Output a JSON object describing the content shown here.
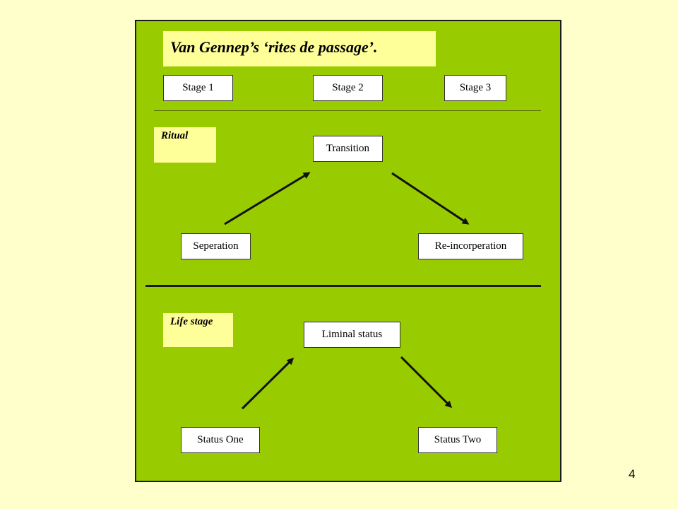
{
  "title": "Van Gennep’s ‘rites de passage’.",
  "stages": [
    "Stage 1",
    "Stage 2",
    "Stage 3"
  ],
  "ritual": {
    "label": "Ritual",
    "top": "Transition",
    "left": "Seperation",
    "right": "Re-incorperation"
  },
  "life_stage": {
    "label": "Life stage",
    "top": "Liminal status",
    "left": "Status One",
    "right": "Status Two"
  },
  "page_number": "4"
}
